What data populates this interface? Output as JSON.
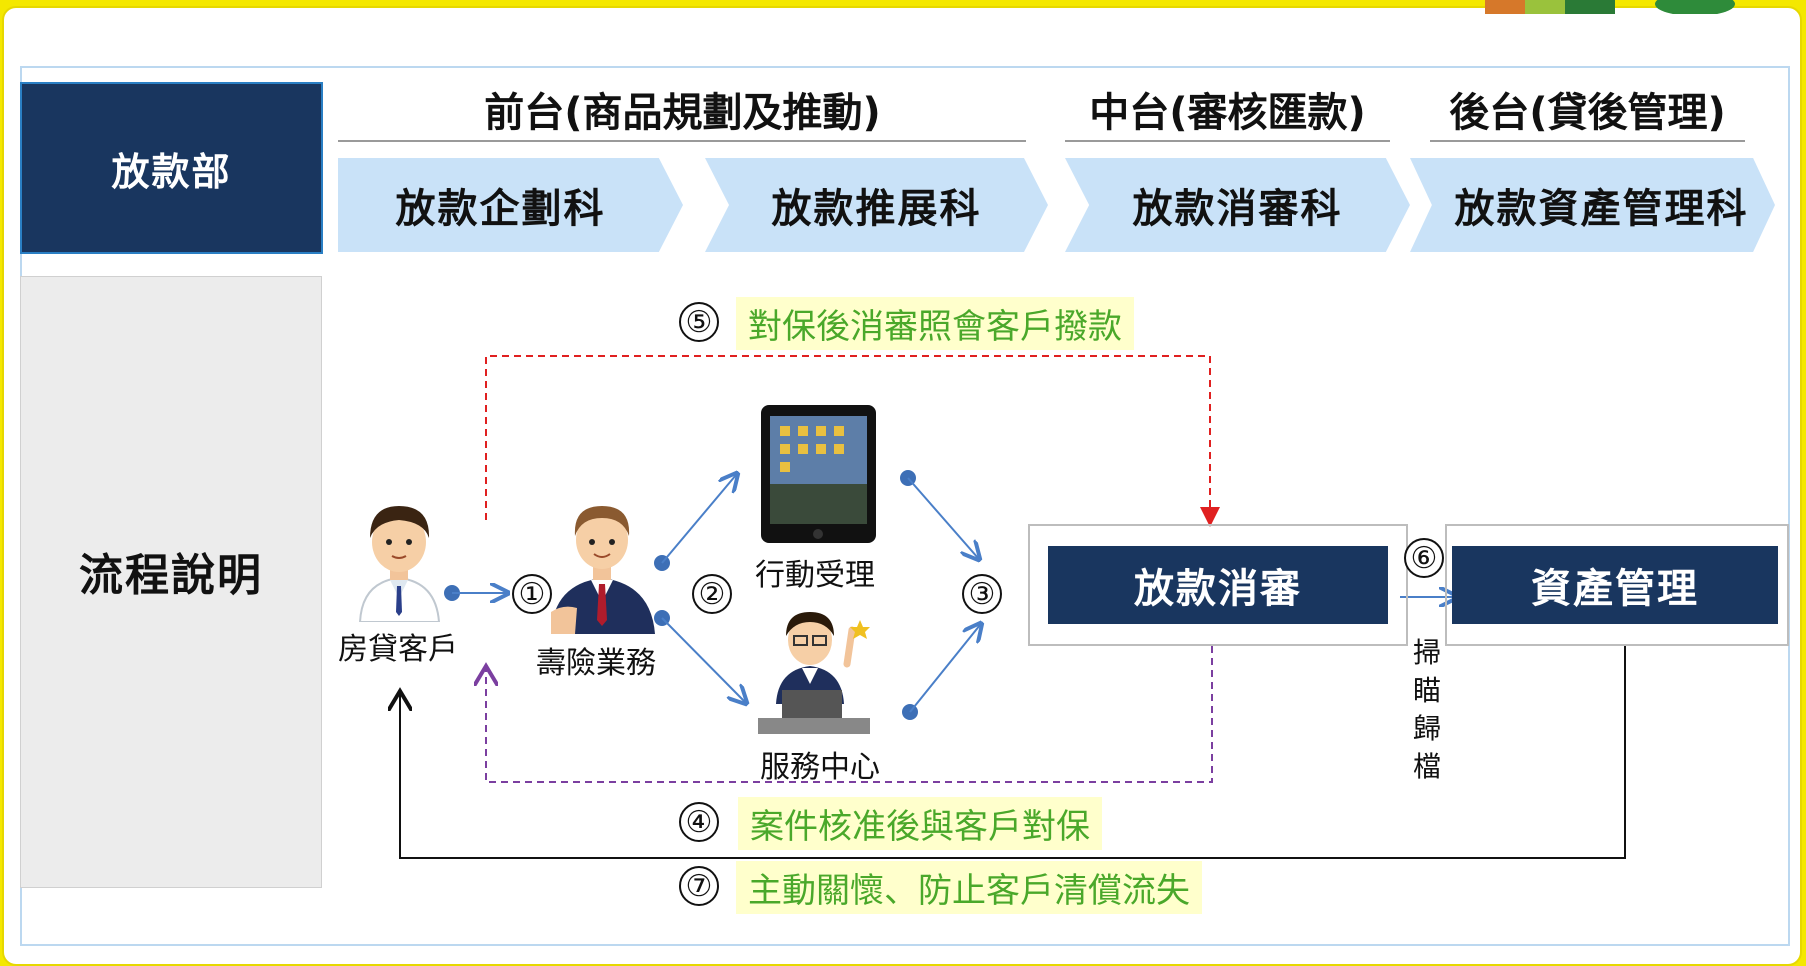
{
  "department": "放款部",
  "groups": {
    "front": "前台(商品規劃及推動)",
    "middle": "中台(審核匯款)",
    "back": "後台(貸後管理)"
  },
  "sections": [
    "放款企劃科",
    "放款推展科",
    "放款消審科",
    "放款資產管理科"
  ],
  "row_label": "流程說明",
  "actors": {
    "customer": "房貸客戶",
    "insurance": "壽險業務",
    "mobile": "行動受理",
    "service_center": "服務中心"
  },
  "boxes": {
    "review": "放款消審",
    "asset": "資產管理"
  },
  "scan_archive": [
    "掃",
    "瞄",
    "歸",
    "檔"
  ],
  "steps": {
    "s1": "①",
    "s2": "②",
    "s3": "③",
    "s4": "④",
    "s5": "⑤",
    "s6": "⑥",
    "s7": "⑦",
    "s4_text": "案件核准後與客戶對保",
    "s5_text": "對保後消審照會客戶撥款",
    "s7_text": "主動關懷、防止客戶清償流失"
  },
  "colors": {
    "navy": "#19365f",
    "chevron": "#c9e2f8",
    "step_text": "#4aa82a",
    "arrow_blue": "#4a7fc8",
    "red_dashed": "#e02020",
    "purple_dashed": "#7b3fa0"
  }
}
